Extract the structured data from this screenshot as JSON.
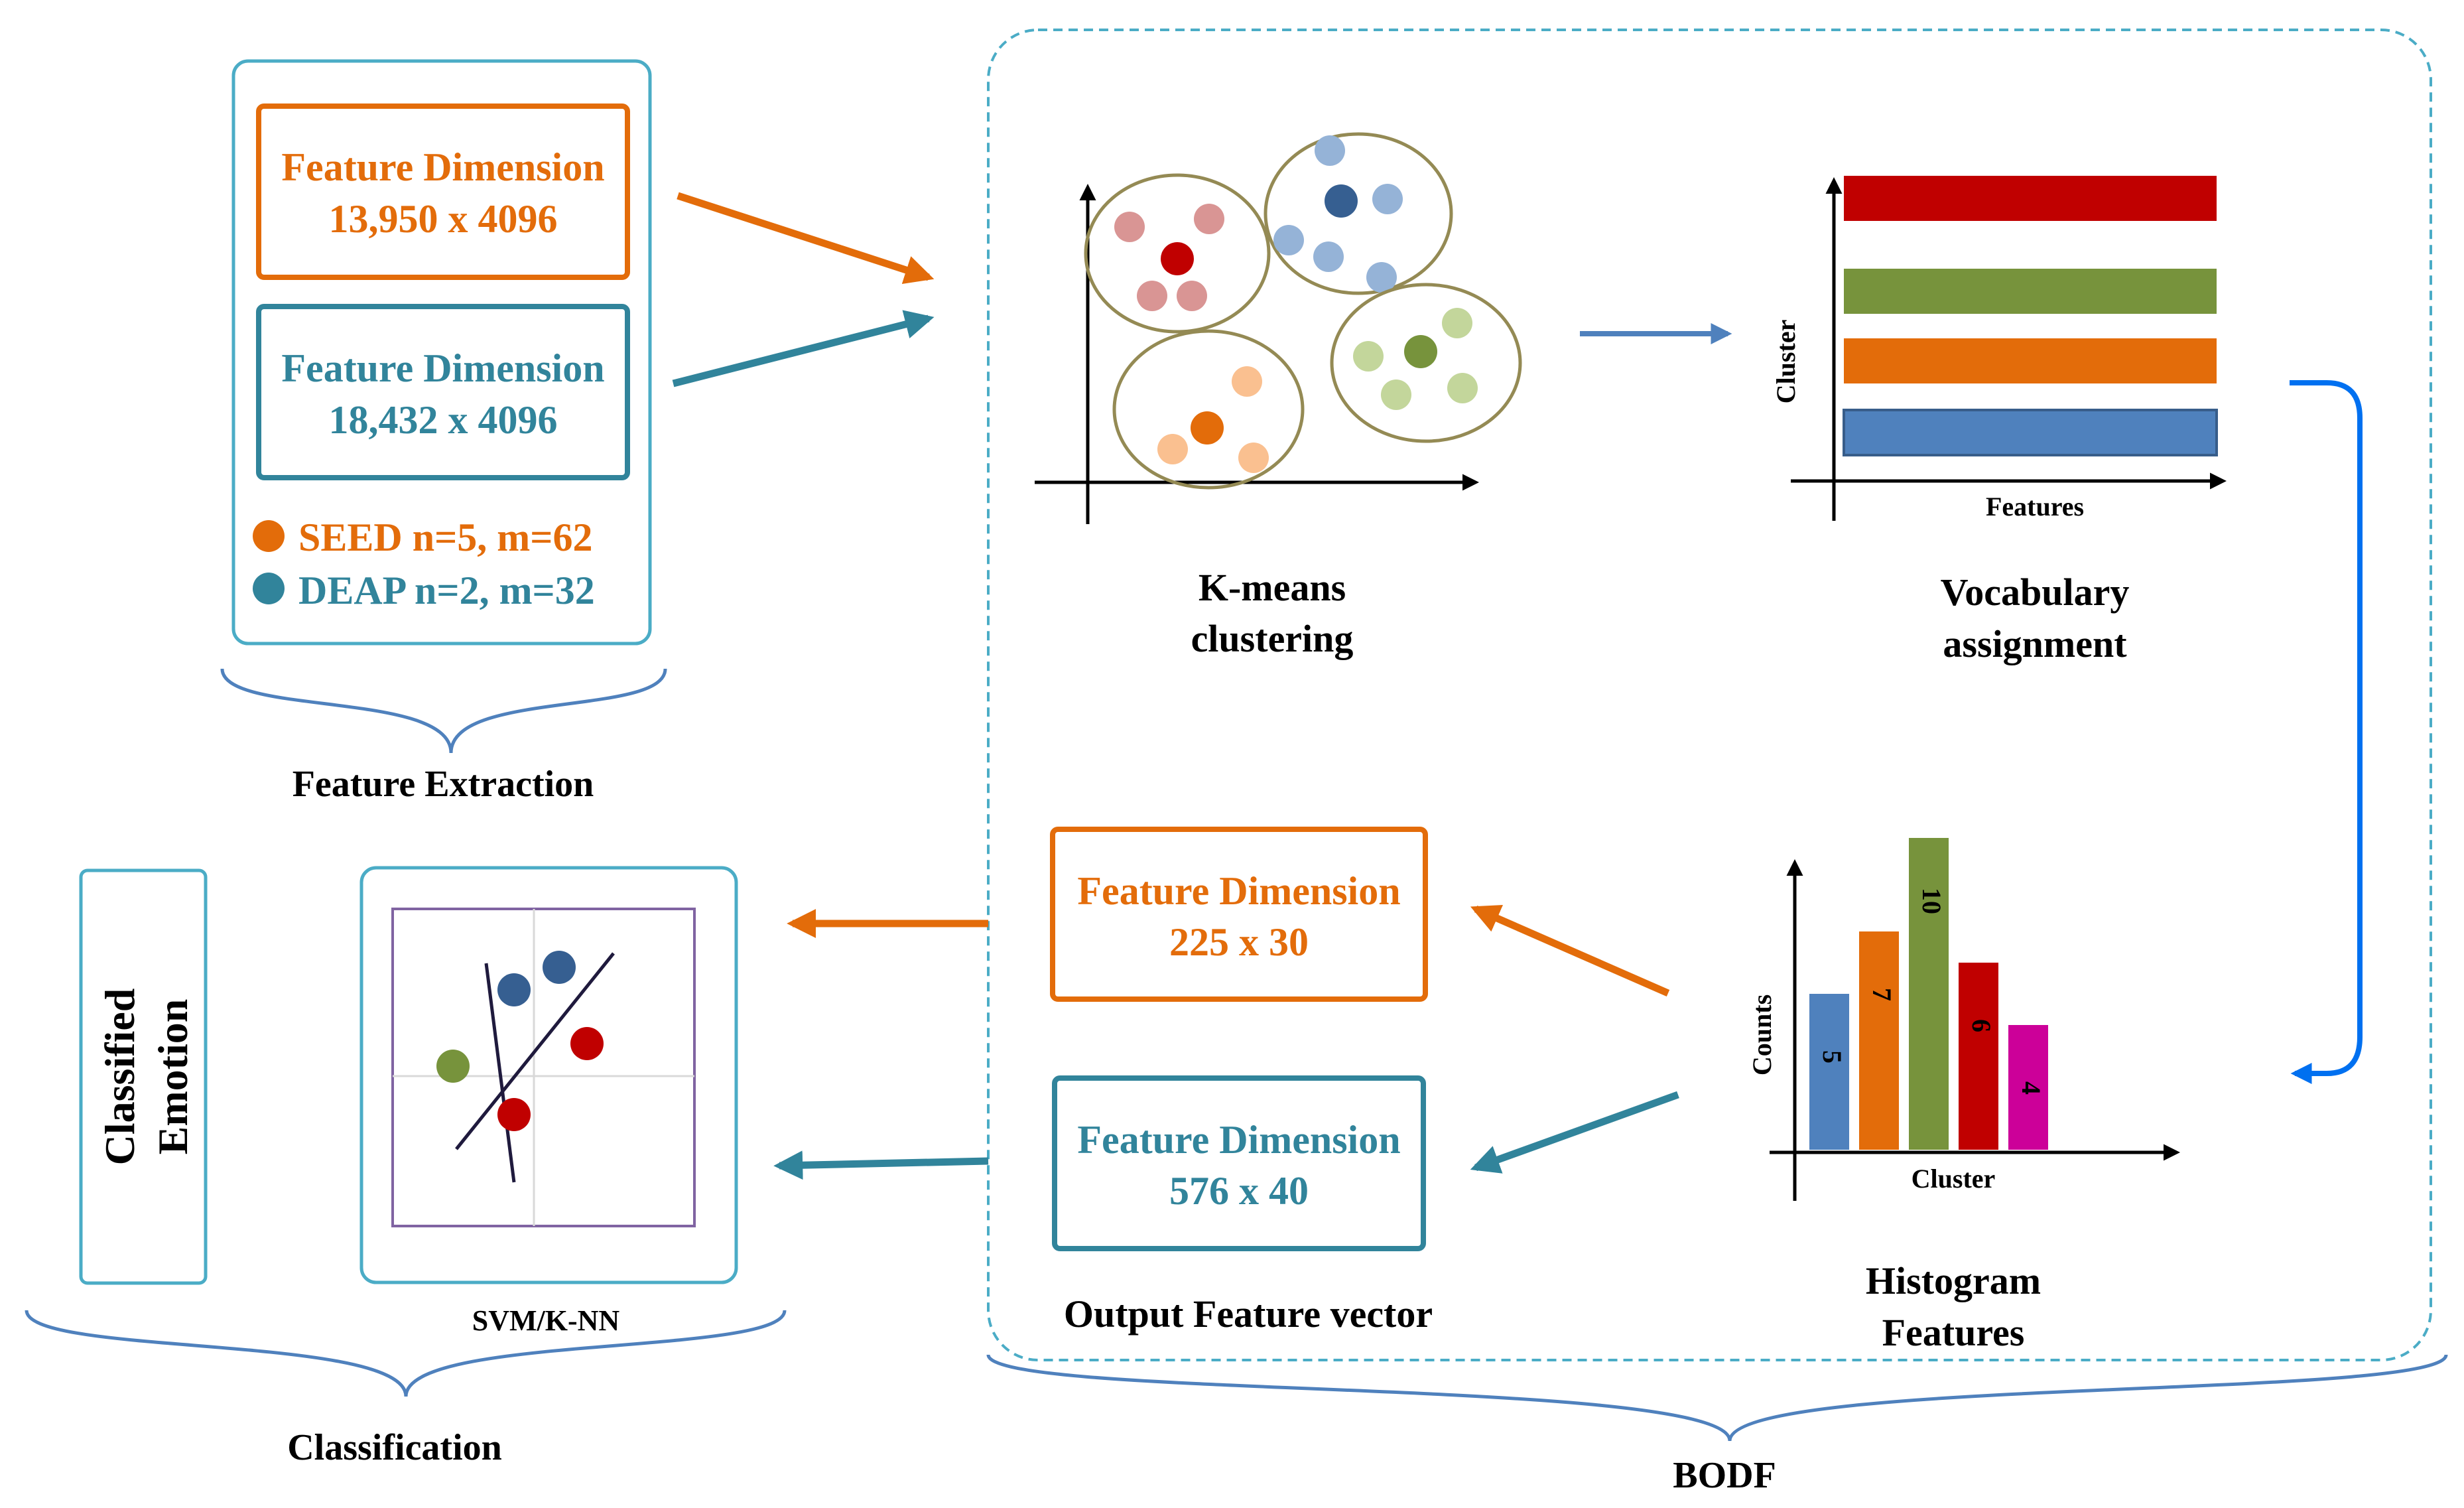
{
  "feature_extraction": {
    "box_orange": {
      "title": "Feature Dimension",
      "value": "13,950 x 4096"
    },
    "box_teal": {
      "title": "Feature Dimension",
      "value": "18,432 x 4096"
    },
    "legend": [
      {
        "label": "SEED n=5, m=62",
        "color": "#e36c0a"
      },
      {
        "label": "DEAP n=2, m=32",
        "color": "#31849b"
      }
    ],
    "section_label": "Feature Extraction"
  },
  "bodf": {
    "kmeans_label_line1": "K-means",
    "kmeans_label_line2": "clustering",
    "vocab": {
      "label_line1": "Vocabulary",
      "label_line2": "assignment",
      "y_axis": "Cluster",
      "x_axis": "Features",
      "bar_colors": [
        "#c00000",
        "#77933c",
        "#e36c0a",
        "#4f81bd"
      ]
    },
    "histogram": {
      "label_line1": "Histogram",
      "label_line2": "Features",
      "y_axis": "Counts",
      "x_axis": "Cluster",
      "bars": [
        {
          "value": "5",
          "count": 5,
          "color": "#4f81bd"
        },
        {
          "value": "7",
          "count": 7,
          "color": "#e36c0a"
        },
        {
          "value": "10",
          "count": 10,
          "color": "#77933c"
        },
        {
          "value": "6",
          "count": 6,
          "color": "#c00000"
        },
        {
          "value": "4",
          "count": 4,
          "color": "#cc0099"
        }
      ]
    },
    "output_orange": {
      "title": "Feature Dimension",
      "value": "225 x 30"
    },
    "output_teal": {
      "title": "Feature Dimension",
      "value": "576 x 40"
    },
    "output_label": "Output Feature vector",
    "section_label": "BODF"
  },
  "classification": {
    "emotion_line1": "Classified",
    "emotion_line2": "Emotion",
    "classifier_label": "SVM/K-NN",
    "section_label": "Classification"
  },
  "colors": {
    "orange": "#e36c0a",
    "teal": "#31849b",
    "frame": "#4bacc6",
    "blue_arrow": "#0070f0",
    "cluster_ellipse": "#948a54"
  }
}
